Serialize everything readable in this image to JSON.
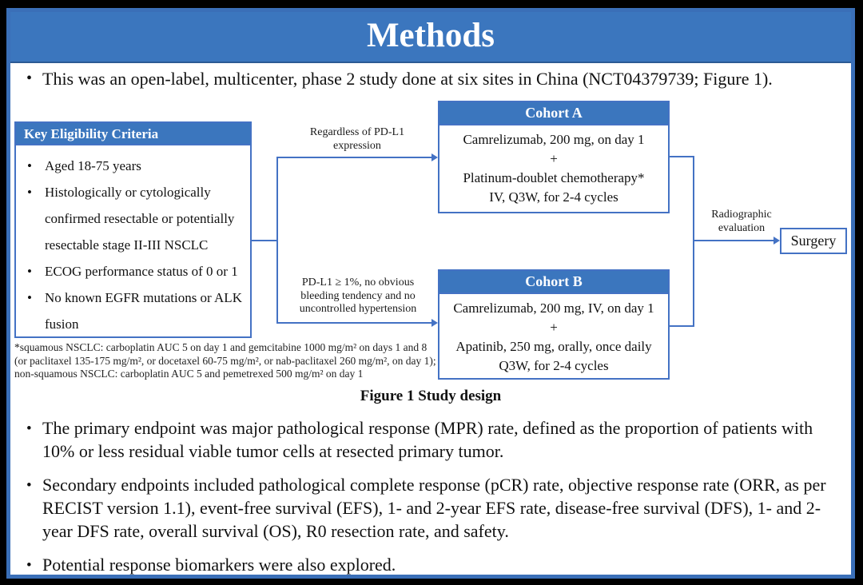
{
  "colors": {
    "band_blue": "#3b76be",
    "line_blue": "#4472c4",
    "frame_blue": "#3a6fb8"
  },
  "header": {
    "title": "Methods"
  },
  "intro_bullet": "This was an open-label, multicenter, phase 2 study done at six sites in China (NCT04379739; Figure 1).",
  "figure": {
    "eligibility": {
      "title": "Key Eligibility Criteria",
      "items": [
        "Aged 18-75 years",
        "Histologically or cytologically confirmed resectable or potentially resectable stage II-III NSCLC",
        "ECOG performance status of 0 or 1",
        "No known EGFR mutations or ALK fusion"
      ]
    },
    "branch_top_label": [
      "Regardless of PD-L1",
      "expression"
    ],
    "branch_bottom_label": [
      "PD-L1 ≥ 1%, no obvious",
      "bleeding tendency and no",
      "uncontrolled hypertension"
    ],
    "cohort_a": {
      "title": "Cohort A",
      "lines": [
        "Camrelizumab, 200 mg, on day 1",
        "+",
        "Platinum-doublet chemotherapy*",
        "IV, Q3W, for 2-4 cycles"
      ]
    },
    "cohort_b": {
      "title": "Cohort B",
      "lines": [
        "Camrelizumab, 200 mg, IV, on day 1",
        "+",
        "Apatinib, 250 mg, orally, once daily",
        "Q3W, for 2-4 cycles"
      ]
    },
    "evaluation_label": [
      "Radiographic",
      "evaluation"
    ],
    "surgery_label": "Surgery",
    "footnote": "*squamous NSCLC: carboplatin AUC 5 on day 1 and gemcitabine 1000 mg/m² on days 1 and 8 (or paclitaxel 135-175 mg/m², or docetaxel 60-75 mg/m², or nab-paclitaxel 260 mg/m², on day 1); non-squamous NSCLC: carboplatin AUC 5 and pemetrexed 500 mg/m² on day 1",
    "caption": "Figure 1 Study design"
  },
  "bullets": [
    "The primary endpoint was major pathological response (MPR) rate, defined as the proportion of patients with 10% or less residual viable tumor cells at resected primary tumor.",
    "Secondary endpoints included pathological complete response (pCR) rate, objective response rate (ORR, as per RECIST version 1.1), event-free survival (EFS), 1- and 2-year EFS rate, disease-free survival (DFS), 1- and 2-year DFS rate, overall survival (OS), R0 resection rate, and safety.",
    "Potential response biomarkers were also explored."
  ]
}
